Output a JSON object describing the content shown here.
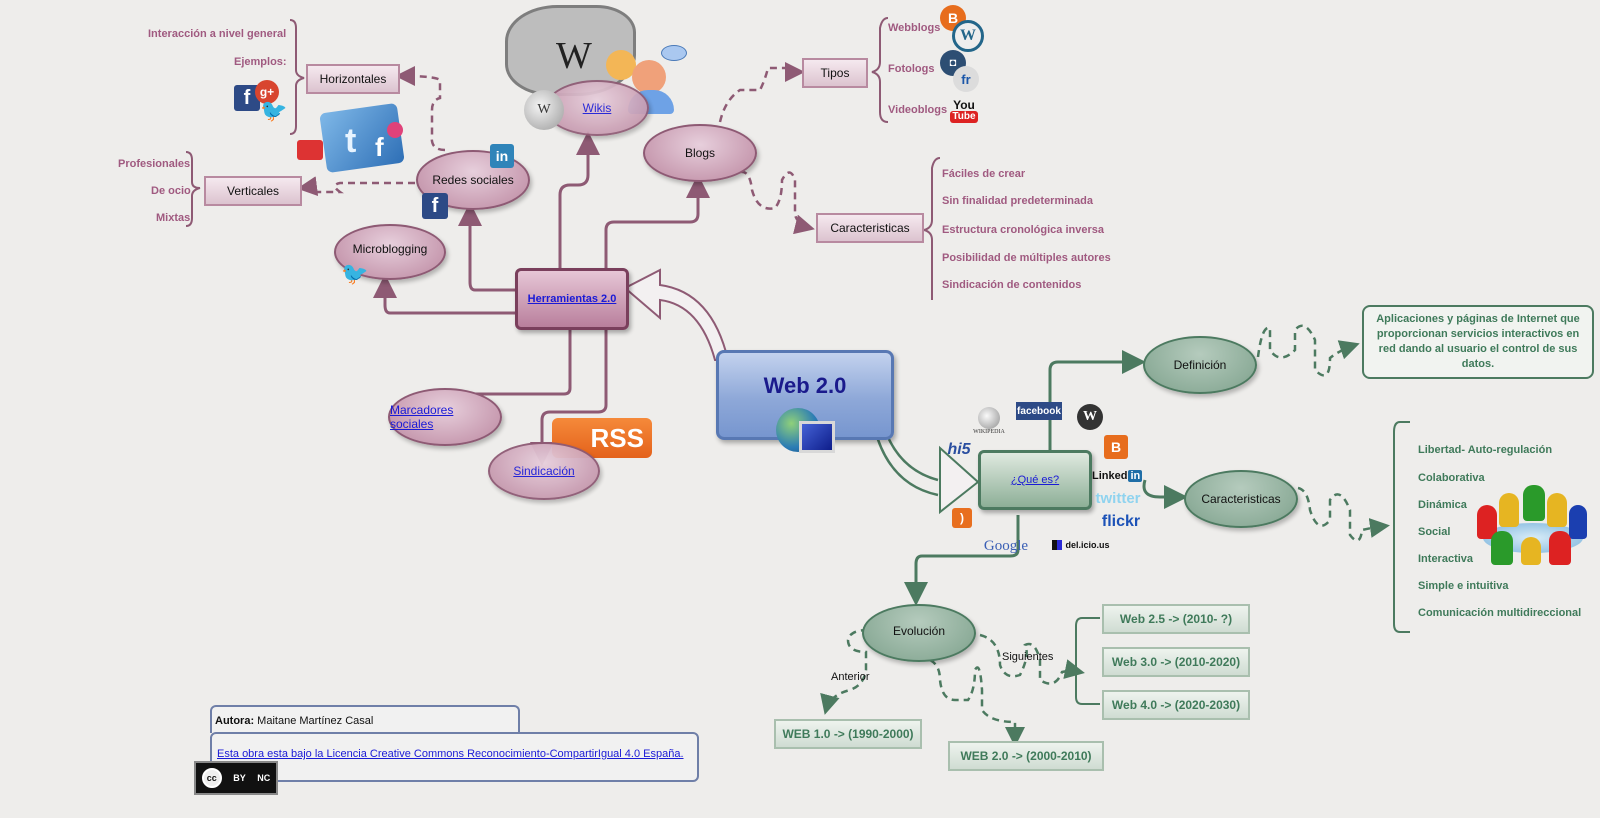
{
  "title": "Web 2.0",
  "colors": {
    "pink_branch": "#8e5a74",
    "pink_text": "#a05a80",
    "green_branch": "#4c7a60",
    "green_text": "#3f7a5a",
    "center_blue": "#1a1a8c",
    "link": "#1a1ad6",
    "background": "#eeedeb"
  },
  "center": {
    "label": "Web 2.0",
    "icon": "globe-computer-icon"
  },
  "herramientas": {
    "label": "Herramientas 2.0",
    "wikis": {
      "label": "Wikis",
      "icons": [
        "puzzle-wikipedia-icon",
        "users-icon",
        "wikipedia-globe-icon"
      ]
    },
    "blogs": {
      "label": "Blogs",
      "tipos": {
        "label": "Tipos",
        "items": [
          {
            "label": "Webblogs",
            "icons": [
              "blogger-icon",
              "wordpress-icon"
            ]
          },
          {
            "label": "Fotologs",
            "icons": [
              "instagram-icon",
              "flickr-icon"
            ]
          },
          {
            "label": "Videoblogs",
            "icons": [
              "youtube-icon"
            ]
          }
        ]
      },
      "caracteristicas": {
        "label": "Caracteristicas",
        "items": [
          "Fáciles de crear",
          "Sin finalidad predeterminada",
          "Estructura cronológica inversa",
          "Posibilidad de múltiples autores",
          "Sindicación de contenidos"
        ]
      }
    },
    "redes_sociales": {
      "label": "Redes sociales",
      "horizontales": {
        "label": "Horizontales",
        "items": [
          "Interacción a nivel general",
          "Ejemplos:"
        ]
      },
      "verticales": {
        "label": "Verticales",
        "items": [
          "Profesionales",
          "De ocio",
          "Mixtas"
        ]
      }
    },
    "microblogging": {
      "label": "Microblogging"
    },
    "marcadores": {
      "label": "Marcadores sociales"
    },
    "sindicacion": {
      "label": "Sindicación",
      "badge": "RSS"
    }
  },
  "que_es": {
    "label": "¿Qué es?",
    "logos": {
      "facebook": "facebook",
      "wikipedia": "WIKIPEDIA",
      "hi5": "hi5",
      "linkedin": "Linked",
      "linkedin_in": "in",
      "twitter": "twitter",
      "flickr": "flickr",
      "google": "Google",
      "delicious": "del.icio.us"
    },
    "definicion": {
      "label": "Definición",
      "text": "Aplicaciones y páginas de Internet que proporcionan servicios interactivos en red dando al usuario el control de sus datos."
    },
    "caracteristicas": {
      "label": "Caracteristicas",
      "items": [
        "Libertad- Auto-regulación",
        "Colaborativa",
        "Dinámica",
        "Social",
        "Interactiva",
        "Simple e intuitiva",
        "Comunicación multidireccional"
      ]
    },
    "evolucion": {
      "label": "Evolución",
      "anterior_label": "Anterior",
      "siguientes_label": "Siguientes",
      "web1": "WEB 1.0 -> (1990-2000)",
      "web2": "WEB 2.0 -> (2000-2010)",
      "siguientes": [
        "Web 2.5 -> (2010-  ?)",
        "Web 3.0 -> (2010-2020)",
        "Web 4.0 -> (2020-2030)"
      ]
    }
  },
  "credits": {
    "author_label": "Autora:",
    "author_name": "Maitane Martínez Casal",
    "license_text": "Esta obra esta bajo la Licencia Creative Commons Reconocimiento-CompartirIgual 4.0 España.",
    "cc_badge": [
      "cc",
      "BY",
      "NC"
    ]
  }
}
